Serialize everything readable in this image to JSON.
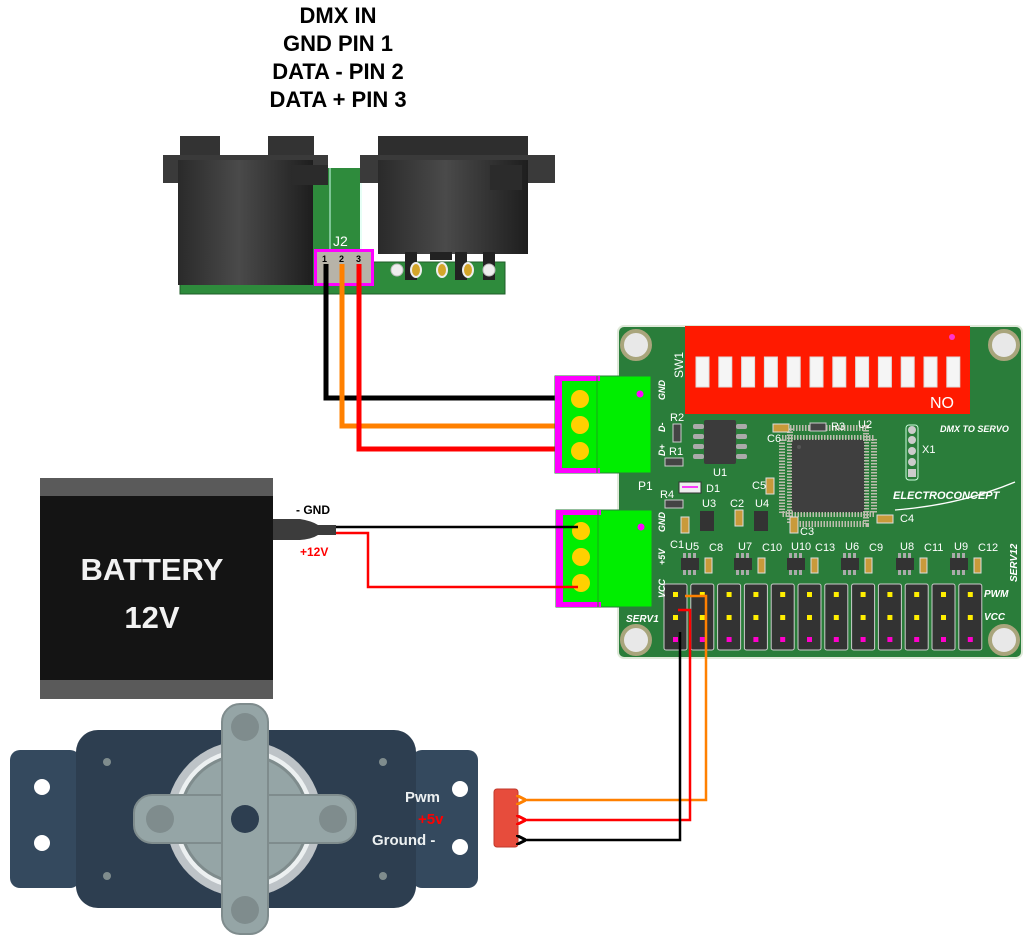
{
  "dmx_header": {
    "lines": [
      "DMX IN",
      "GND PIN 1",
      "DATA - PIN 2",
      "DATA + PIN 3"
    ]
  },
  "dmx_connector": {
    "ref": "J2",
    "pins": [
      "1",
      "2",
      "3"
    ]
  },
  "board": {
    "title": "DMX TO SERVO",
    "brand": "ELECTROCONCEPT",
    "dip_switch": {
      "ref": "SW1",
      "label": "NO",
      "positions": 12
    },
    "terminal_dmx": {
      "ref": "P1",
      "pins": [
        "GND",
        "D-",
        "D+"
      ]
    },
    "terminal_power": {
      "pins": [
        "GND",
        "+5V",
        "VCC"
      ]
    },
    "components": {
      "R1": "R1",
      "R2": "R2",
      "R3": "R3",
      "R4": "R4",
      "U1": "U1",
      "U2": "U2",
      "U3": "U3",
      "U4": "U4",
      "D1": "D1",
      "X1": "X1",
      "C2": "C2",
      "C3": "C3",
      "C4": "C4",
      "C5": "C5",
      "C6": "C6"
    },
    "servo_drivers": [
      {
        "u": "U5",
        "c": "C8",
        "c1": "C1"
      },
      {
        "u": "U7",
        "c": "C10"
      },
      {
        "u": "U10",
        "c": "C13"
      },
      {
        "u": "U6",
        "c": "C9"
      },
      {
        "u": "U8",
        "c": "C11"
      },
      {
        "u": "U9",
        "c": "C12"
      }
    ],
    "servo_header_first": "SERV1",
    "servo_header_last": "SERV12",
    "servo_header_rows": [
      "PWM",
      "VCC"
    ],
    "servo_channels": 12
  },
  "battery": {
    "line1": "BATTERY",
    "line2": "12V",
    "gnd_label": "- GND",
    "pos_label": "+12V"
  },
  "servo": {
    "pwm_label": "Pwm",
    "v5_label": "+5v",
    "ground_label": "Ground -"
  },
  "colors": {
    "wire_black": "#000000",
    "wire_orange": "#ff8000",
    "wire_red": "#ff0000",
    "pcb_green": "#2a7d3a",
    "terminal_green": "#00ee00",
    "dip_red": "#ff1a00",
    "servo_body": "#2d3e50",
    "servo_plug": "#e74c3c",
    "battery_body": "#141414"
  }
}
